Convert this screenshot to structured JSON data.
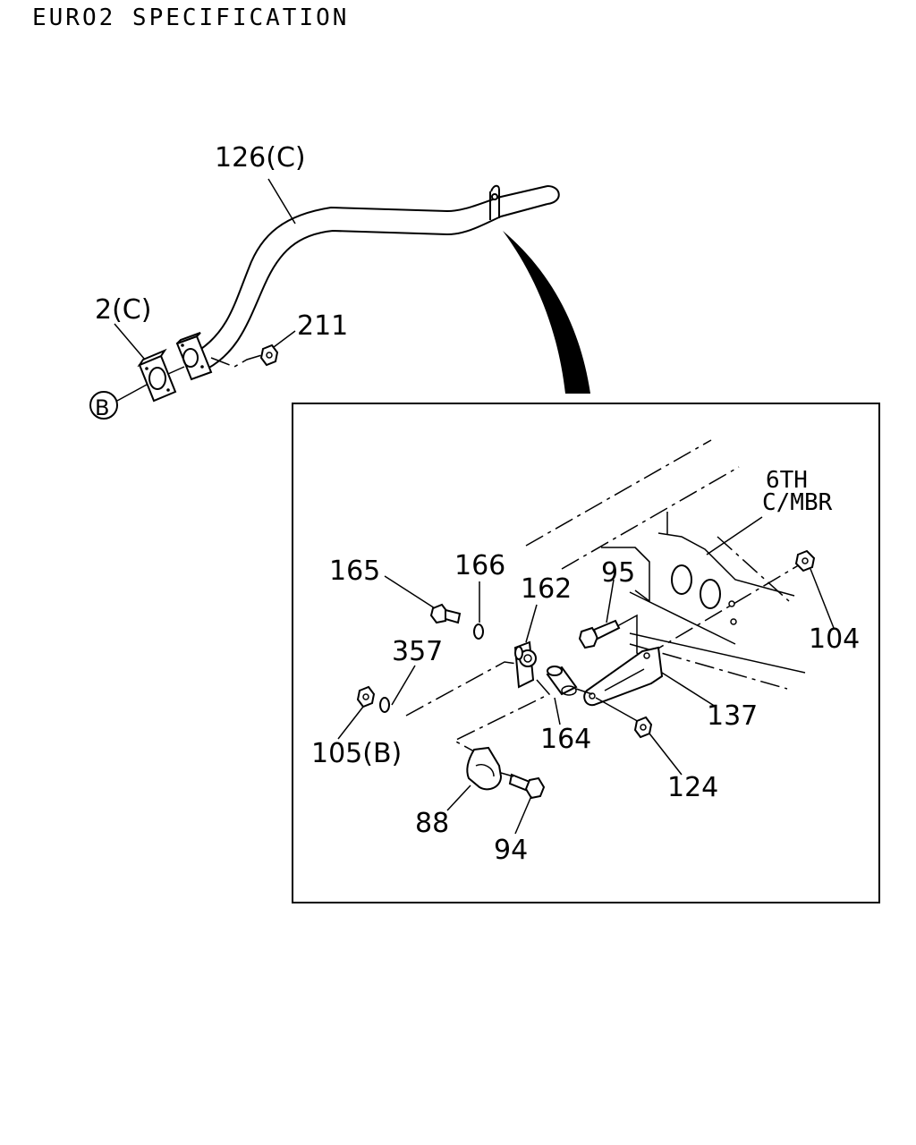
{
  "header": {
    "title": "EURO2 SPECIFICATION"
  },
  "callouts": {
    "pipe": "126(C)",
    "gasket": "2(C)",
    "nut_211": "211",
    "ref_b": "B",
    "bolt_165": "165",
    "washer_166": "166",
    "bracket_162": "162",
    "bolt_95": "95",
    "washer_357": "357",
    "nut_105b": "105(B)",
    "collar_164": "164",
    "nut_104": "104",
    "stay_137": "137",
    "nut_124": "124",
    "clip_88": "88",
    "bolt_94": "94"
  },
  "frame_note": {
    "line1": "6TH",
    "line2": "C/MBR"
  }
}
